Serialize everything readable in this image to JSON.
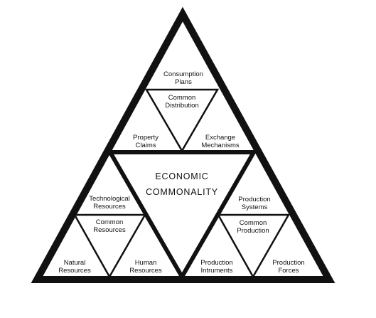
{
  "center": {
    "line1": "ECONOMIC",
    "line2": "COMMONALITY"
  },
  "top_section": {
    "outer_top": [
      "Consumption",
      "Plans"
    ],
    "inner": [
      "Common",
      "Distribution"
    ],
    "outer_left": [
      "Property",
      "Claims"
    ],
    "outer_right": [
      "Exchange",
      "Mechanisms"
    ]
  },
  "left_section": {
    "outer_top": [
      "Technological",
      "Resources"
    ],
    "inner": [
      "Common",
      "Resources"
    ],
    "outer_left": [
      "Natural",
      "Resources"
    ],
    "outer_right": [
      "Human",
      "Resources"
    ]
  },
  "right_section": {
    "outer_top": [
      "Production",
      "Systems"
    ],
    "inner": [
      "Common",
      "Production"
    ],
    "outer_left": [
      "Production",
      "Intruments"
    ],
    "outer_right": [
      "Production",
      "Forces"
    ]
  }
}
